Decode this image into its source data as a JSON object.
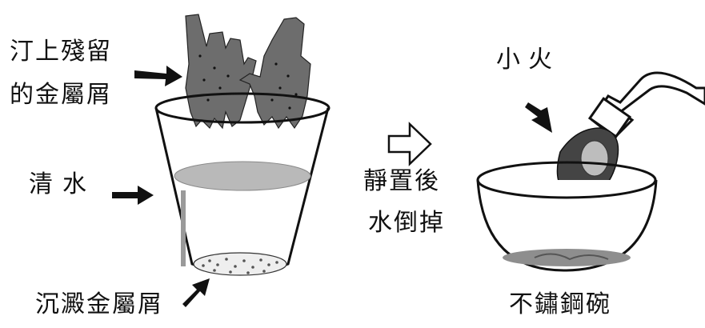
{
  "labels": {
    "hand_residue_line1": "汀上殘留",
    "hand_residue_line2": "的金屬屑",
    "clear_water": "清水",
    "sediment": "沉澱金屬屑",
    "settle_line1": "靜置後",
    "settle_line2": "水倒掉",
    "low_heat": "小火",
    "steel_bowl": "不鏽鋼碗"
  },
  "colors": {
    "ink": "#111111",
    "water": "#b9b9b9",
    "hand": "#6d6d6d",
    "sediment_dots": "#555555"
  },
  "icons": {
    "process_arrow": "hollow-right-arrow",
    "pointer": "black-arrow"
  }
}
